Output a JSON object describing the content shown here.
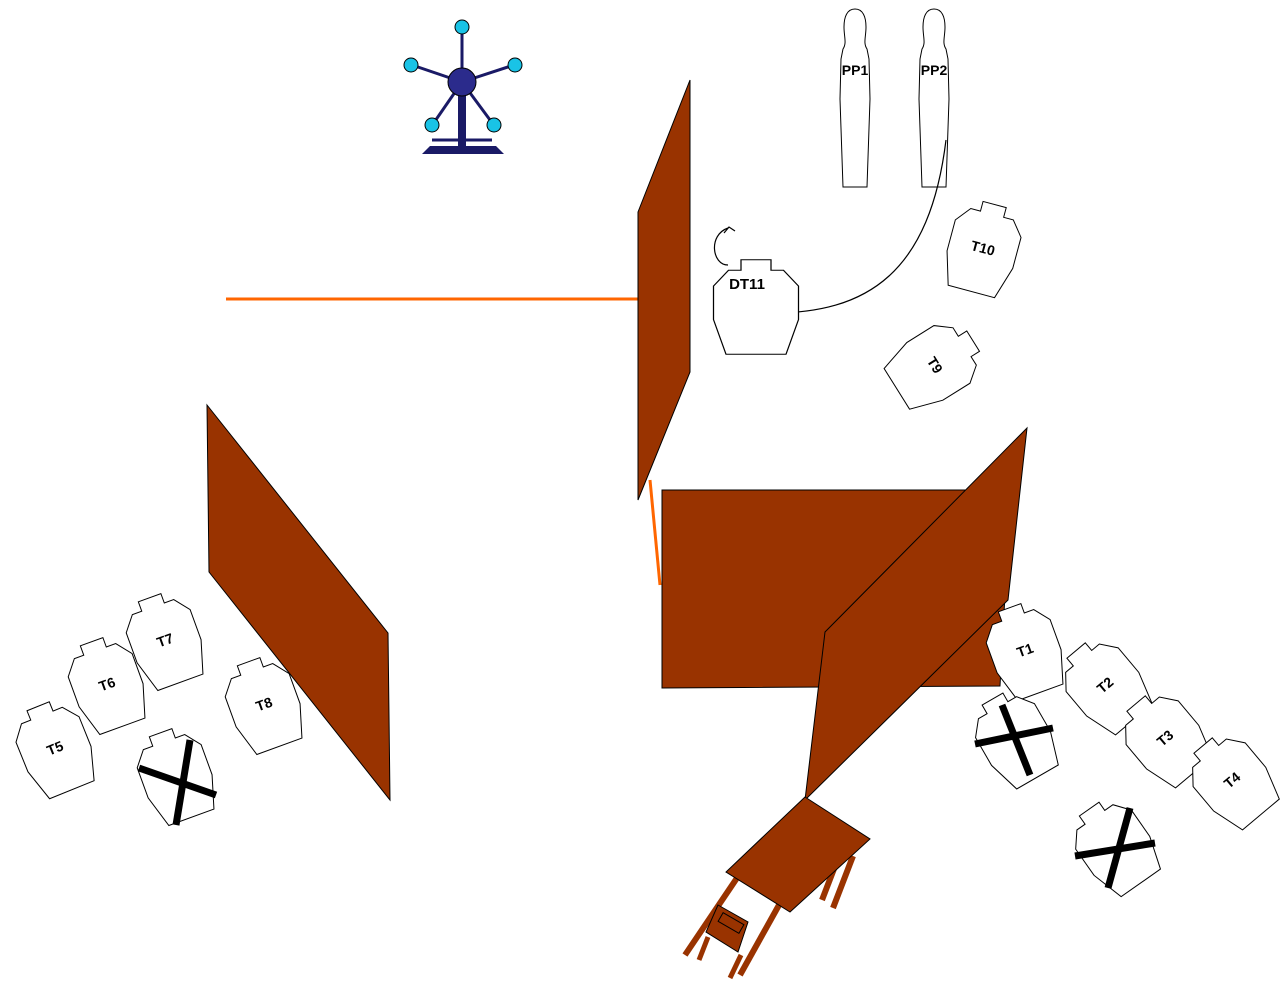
{
  "colors": {
    "wall": "#993300",
    "tape": "#ff6600",
    "popper_stem": "#1a1a66",
    "popper_hub": "#2b2b8c",
    "popper_plates": "#19c3e6",
    "target_fill": "#ffffff",
    "outline": "#000000",
    "background": "#ffffff"
  },
  "icons": {
    "popper": "plate-rack-popper-icon",
    "start_position": "shooting-table-icon"
  },
  "targets": {
    "t1": "T1",
    "t2": "T2",
    "t3": "T3",
    "t4": "T4",
    "t5": "T5",
    "t6": "T6",
    "t7": "T7",
    "t8": "T8",
    "t9": "T9",
    "t10": "T10",
    "dt11": "DT11"
  },
  "poppers": {
    "pp1": "PP1",
    "pp2": "PP2"
  },
  "no_shoot_count": 3
}
